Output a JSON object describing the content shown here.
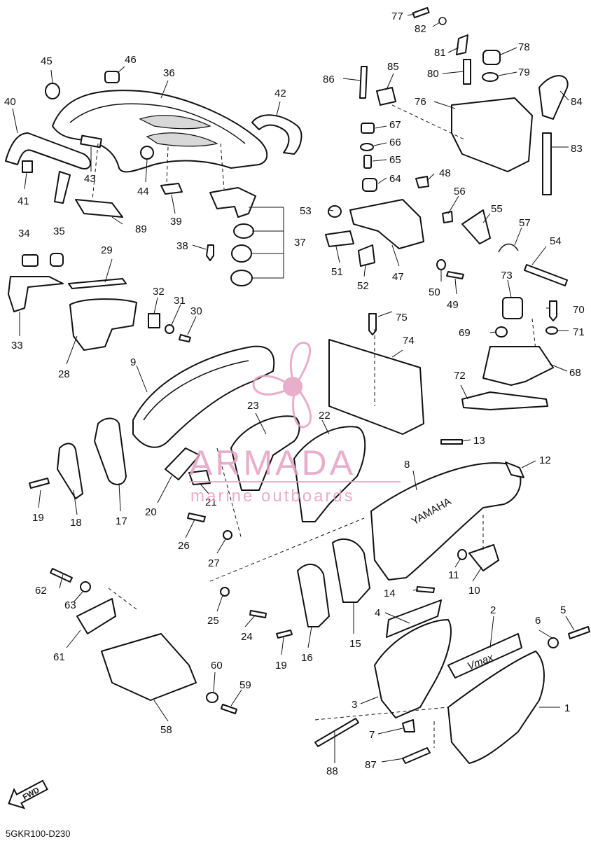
{
  "diagram": {
    "code": "5GKR100-D230",
    "fwd_label": "FWD",
    "watermark": {
      "brand": "ARMADA",
      "tagline": "marine outboards"
    },
    "part_text": {
      "brand_on_cover": "YAMAHA",
      "emblem": "Vmax"
    },
    "callouts": [
      "1",
      "2",
      "3",
      "4",
      "5",
      "6",
      "7",
      "8",
      "9",
      "10",
      "11",
      "12",
      "13",
      "14",
      "15",
      "16",
      "17",
      "18",
      "19",
      "19",
      "20",
      "21",
      "22",
      "23",
      "24",
      "25",
      "26",
      "27",
      "28",
      "29",
      "30",
      "31",
      "32",
      "33",
      "34",
      "35",
      "36",
      "37",
      "38",
      "39",
      "40",
      "41",
      "42",
      "43",
      "44",
      "45",
      "46",
      "47",
      "48",
      "49",
      "50",
      "51",
      "52",
      "53",
      "54",
      "55",
      "56",
      "57",
      "58",
      "59",
      "60",
      "61",
      "62",
      "63",
      "64",
      "65",
      "66",
      "67",
      "68",
      "69",
      "70",
      "71",
      "72",
      "73",
      "74",
      "75",
      "76",
      "77",
      "78",
      "79",
      "80",
      "81",
      "82",
      "83",
      "84",
      "85",
      "86",
      "87",
      "88",
      "89"
    ]
  },
  "colors": {
    "line": "#111111",
    "background": "#ffffff",
    "watermark": "#e6a0c4"
  }
}
